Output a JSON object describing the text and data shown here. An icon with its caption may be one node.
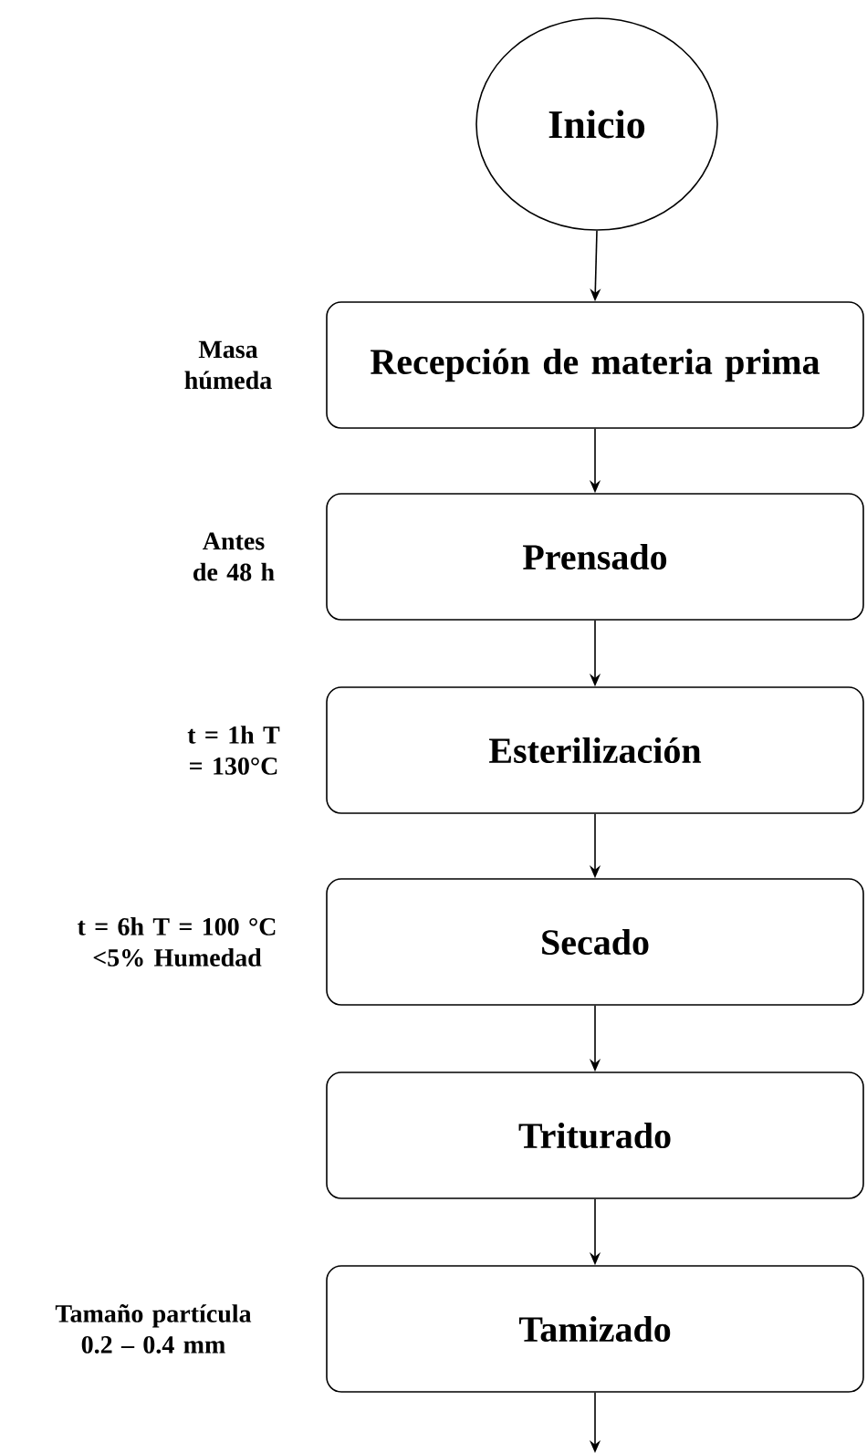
{
  "diagram": {
    "nodes": [
      {
        "text": [
          "Inicio"
        ]
      },
      {
        "text": [
          "Recepción de materia prima"
        ],
        "beside": [
          "Masa húmeda"
        ]
      },
      {
        "text": [
          "Prensado"
        ],
        "beside": [
          "Antes de 48 h"
        ]
      },
      {
        "text": [
          "Esterilización"
        ],
        "beside": [
          "t = 1h T = 130°C"
        ]
      },
      {
        "text": [
          "Secado"
        ],
        "beside": [
          "t = 6h T = 100 °C <5% Humedad"
        ]
      },
      {
        "text": [
          "Triturado"
        ]
      },
      {
        "text": [
          "Tamizado"
        ],
        "beside": [
          "Tamaño partícula 0.2 – 0.4 mm"
        ]
      }
    ],
    "edges": [
      {
        "from": 0,
        "to": 1,
        "arrow": "to"
      },
      {
        "from": 1,
        "to": 2,
        "arrow": "to"
      },
      {
        "from": 2,
        "to": 3,
        "arrow": "to"
      },
      {
        "from": 3,
        "to": 4,
        "arrow": "to"
      },
      {
        "from": 4,
        "to": 5,
        "arrow": "to"
      },
      {
        "from": 5,
        "to": 6,
        "arrow": "to"
      },
      {
        "from": 6,
        "to": null,
        "arrow": "to"
      }
    ]
  }
}
